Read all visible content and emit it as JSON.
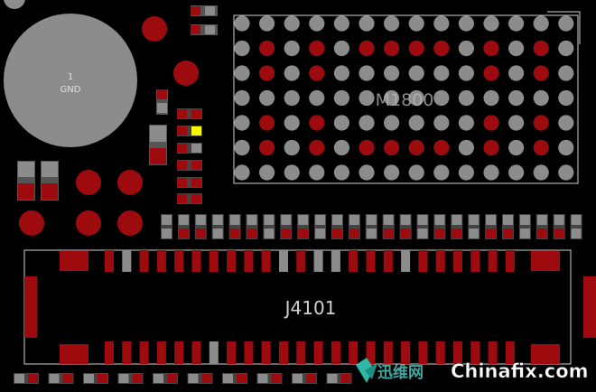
{
  "colors": {
    "background": "#000000",
    "copper": "#9e0b0f",
    "pad_grey": "#8c8c8c",
    "silkscreen": "#cfcfcf",
    "highlight": "#f7f700"
  },
  "mount_hole": {
    "net_number": "1",
    "net_name": "GND"
  },
  "bga": {
    "ref": "M1800",
    "rows": 7,
    "cols": 14,
    "red_balls": [
      [
        1,
        1
      ],
      [
        1,
        3
      ],
      [
        1,
        5
      ],
      [
        1,
        6
      ],
      [
        1,
        7
      ],
      [
        1,
        8
      ],
      [
        1,
        10
      ],
      [
        1,
        12
      ],
      [
        2,
        1
      ],
      [
        2,
        3
      ],
      [
        2,
        10
      ],
      [
        2,
        12
      ],
      [
        4,
        1
      ],
      [
        4,
        3
      ],
      [
        4,
        10
      ],
      [
        4,
        12
      ],
      [
        5,
        1
      ],
      [
        5,
        3
      ],
      [
        5,
        5
      ],
      [
        5,
        6
      ],
      [
        5,
        7
      ],
      [
        5,
        8
      ],
      [
        5,
        10
      ],
      [
        5,
        12
      ]
    ]
  },
  "connector": {
    "ref": "J4101",
    "top_pin_colors": [
      "r",
      "g",
      "r",
      "r",
      "r",
      "r",
      "r",
      "r",
      "r",
      "r",
      "g",
      "r",
      "g",
      "g",
      "r",
      "r",
      "r",
      "g",
      "r",
      "r",
      "r",
      "r",
      "r",
      "r"
    ],
    "bottom_pin_colors": [
      "r",
      "r",
      "r",
      "r",
      "r",
      "r",
      "g",
      "r",
      "r",
      "r",
      "r",
      "r",
      "r",
      "r",
      "r",
      "r",
      "r",
      "r",
      "r",
      "r",
      "r",
      "r",
      "r",
      "r"
    ]
  },
  "watermark": {
    "cn_text": "迅维网",
    "en_text": "Chinafix.com"
  }
}
